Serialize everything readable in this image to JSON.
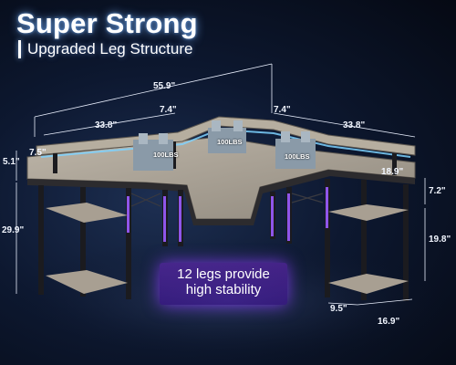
{
  "headline": "Super Strong",
  "subheadline": "Upgraded Leg Structure",
  "dimensions": {
    "total_width": "55.9\"",
    "left_wing": "33.8\"",
    "right_wing": "33.8\"",
    "corner_depth_left": "7.4\"",
    "corner_depth_right": "7.4\"",
    "shelf_depth": "7.5\"",
    "riser_height": "5.1\"",
    "desk_height": "29.9\"",
    "side_shelf_depth": "18.9\"",
    "shelf_gap_top": "7.2\"",
    "shelf_gap_lower": "19.8\"",
    "shelf_width": "16.9\"",
    "shelf_base_depth": "9.5\""
  },
  "load_ratings": [
    "100LBS",
    "100LBS",
    "100LBS"
  ],
  "callout": {
    "line1": "12 legs provide",
    "line2": "high stability"
  },
  "colors": {
    "accent_glow": "#6fb6ff",
    "led_purple": "#9c5cff",
    "wood": "#a8a197",
    "frame": "#1a1a1e"
  }
}
